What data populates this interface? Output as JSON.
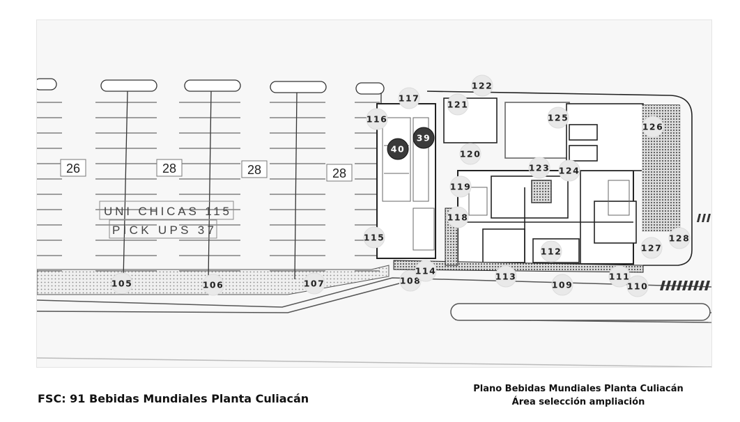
{
  "bay_labels": [
    "26",
    "28",
    "28",
    "28"
  ],
  "parking_text": [
    "UNI CHICAS 115",
    "PICK UPS 37"
  ],
  "markers": [
    "105",
    "106",
    "107",
    "108",
    "109",
    "110",
    "111",
    "112",
    "113",
    "114",
    "115",
    "116",
    "117",
    "118",
    "119",
    "120",
    "121",
    "122",
    "123",
    "124",
    "125",
    "126",
    "127",
    "128"
  ],
  "highlight_markers": [
    "39",
    "40"
  ],
  "caption": {
    "left": "FSC: 91 Bebidas Mundiales Planta Culiacán",
    "right_line1": "Plano Bebidas Mundiales Planta Culiacán",
    "right_line2": "Área selección ampliación"
  },
  "colors": {
    "marker_fill": "#e9e9e9",
    "highlight_fill": "#3a3a3a",
    "line": "#333333"
  }
}
